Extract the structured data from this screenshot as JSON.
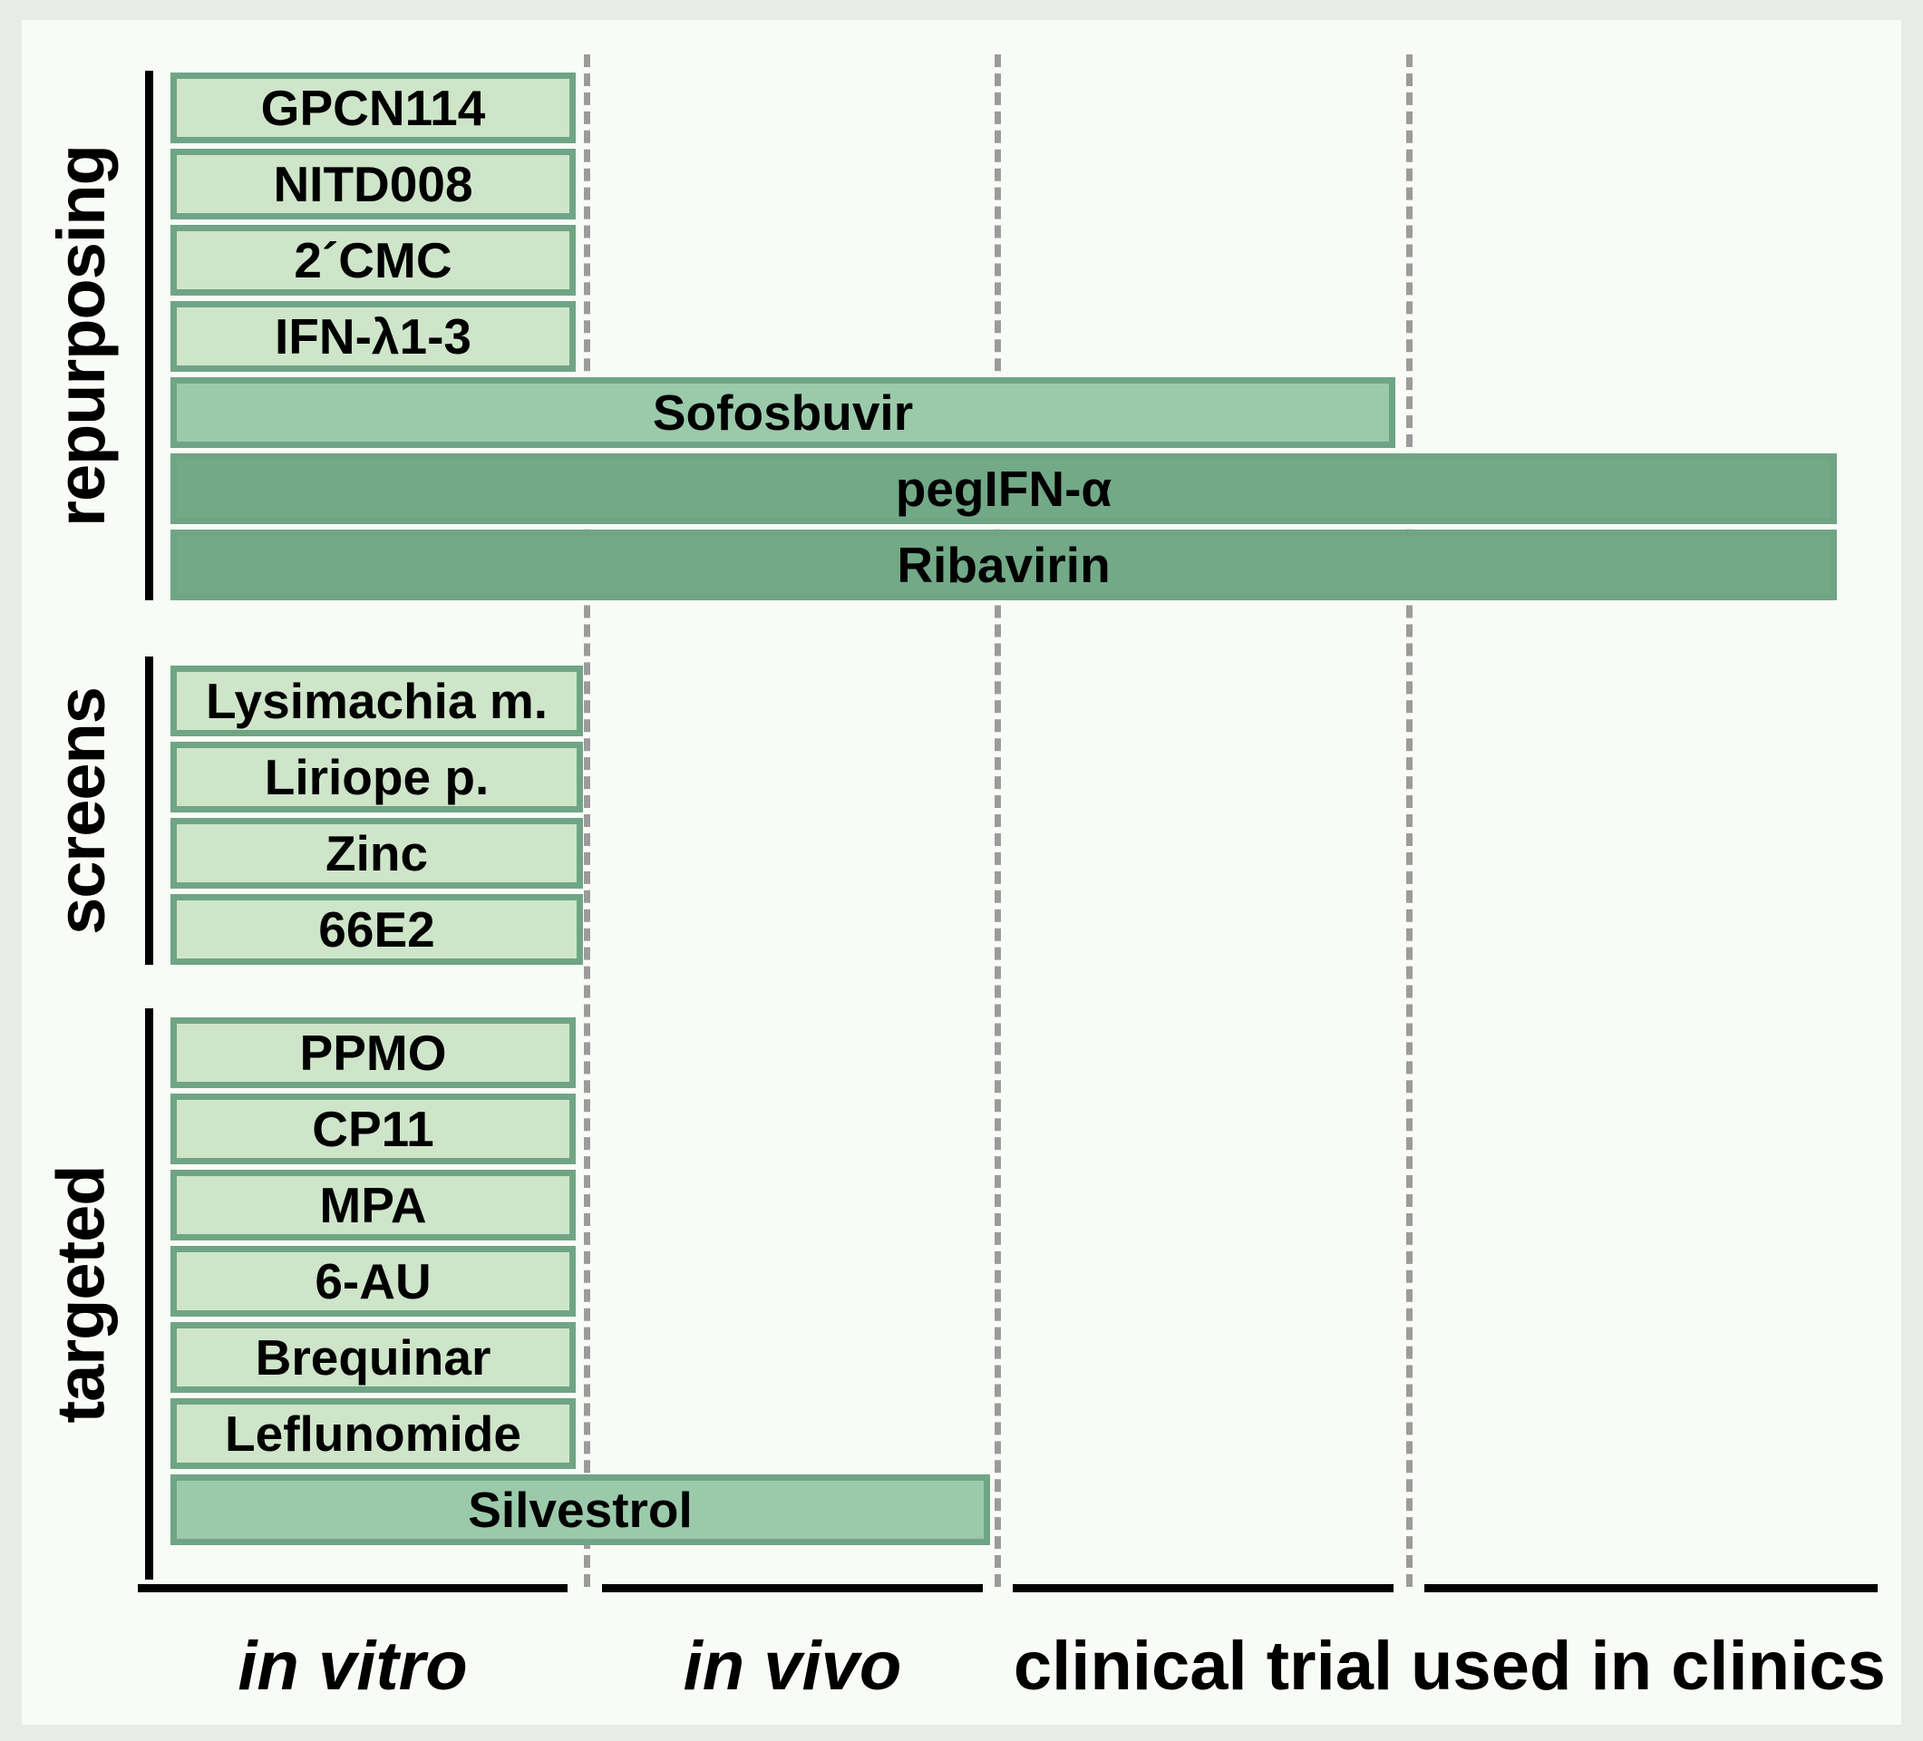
{
  "chart_data": {
    "type": "bar",
    "title": "",
    "orientation": "horizontal",
    "xlabel": "",
    "ylabel": "",
    "stage_axis": {
      "categories": [
        "in vitro",
        "in vivo",
        "clinical trial",
        "used in clinics"
      ],
      "italic": [
        true,
        true,
        false,
        false
      ],
      "note": "progression stages left to right; each bar's length encodes the furthest development stage reached"
    },
    "groups": [
      {
        "name": "repurposing",
        "items": [
          {
            "label": "GPCN114",
            "stage": "in vitro",
            "stage_index": 1,
            "tone": "light"
          },
          {
            "label": "NITD008",
            "stage": "in vitro",
            "stage_index": 1,
            "tone": "light"
          },
          {
            "label": "2´CMC",
            "stage": "in vitro",
            "stage_index": 1,
            "tone": "light"
          },
          {
            "label": "IFN-λ1-3",
            "stage": "in vitro",
            "stage_index": 1,
            "tone": "light"
          },
          {
            "label": "Sofosbuvir",
            "stage": "clinical trial",
            "stage_index": 3,
            "tone": "mid"
          },
          {
            "label": "pegIFN-α",
            "stage": "used in clinics",
            "stage_index": 4,
            "tone": "dark"
          },
          {
            "label": "Ribavirin",
            "stage": "used in clinics",
            "stage_index": 4,
            "tone": "dark"
          }
        ]
      },
      {
        "name": "screens",
        "items": [
          {
            "label": "Lysimachia m.",
            "stage": "in vitro",
            "stage_index": 1,
            "tone": "light"
          },
          {
            "label": "Liriope p.",
            "stage": "in vitro",
            "stage_index": 1,
            "tone": "light"
          },
          {
            "label": "Zinc",
            "stage": "in vitro",
            "stage_index": 1,
            "tone": "light"
          },
          {
            "label": "66E2",
            "stage": "in vitro",
            "stage_index": 1,
            "tone": "light"
          }
        ]
      },
      {
        "name": "targeted",
        "items": [
          {
            "label": "PPMO",
            "stage": "in vitro",
            "stage_index": 1,
            "tone": "light"
          },
          {
            "label": "CP11",
            "stage": "in vitro",
            "stage_index": 1,
            "tone": "light"
          },
          {
            "label": "MPA",
            "stage": "in vitro",
            "stage_index": 1,
            "tone": "light"
          },
          {
            "label": "6-AU",
            "stage": "in vitro",
            "stage_index": 1,
            "tone": "light"
          },
          {
            "label": "Brequinar",
            "stage": "in vitro",
            "stage_index": 1,
            "tone": "light"
          },
          {
            "label": "Leflunomide",
            "stage": "in vitro",
            "stage_index": 1,
            "tone": "light"
          },
          {
            "label": "Silvestrol",
            "stage": "in vivo",
            "stage_index": 2,
            "tone": "mid"
          }
        ]
      }
    ],
    "colors": {
      "tone_light_fill": "#cee5c9",
      "tone_mid_fill": "#9bcaab",
      "tone_dark_fill": "#72a987",
      "bar_border": "#6fa585",
      "gridline": "#9b9b9b",
      "axis": "#000000",
      "plot_background": "#f9fbf7",
      "frame": "#e9ebe9"
    },
    "grid": {
      "vertical_dashed": true,
      "horizontal": false
    },
    "legend": {
      "present": false
    }
  }
}
